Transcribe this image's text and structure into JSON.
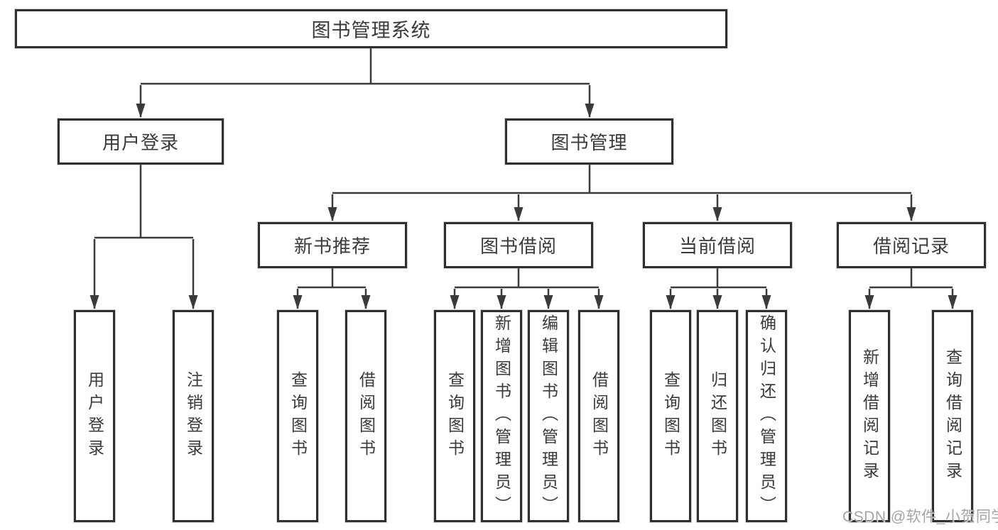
{
  "diagram": {
    "watermark": "CSDN @软件_小贺同学",
    "colors": {
      "line": "#3a3a3a",
      "box_border": "#2f2f2f",
      "text": "#3a3a3a",
      "background": "#ffffff",
      "watermark": "#949494"
    },
    "nodes": [
      {
        "id": "root",
        "label": "图书管理系统",
        "level": 0,
        "parent": null
      },
      {
        "id": "user-login",
        "label": "用户登录",
        "level": 1,
        "parent": "root"
      },
      {
        "id": "book-management",
        "label": "图书管理",
        "level": 1,
        "parent": "root"
      },
      {
        "id": "new-book-recommend",
        "label": "新书推荐",
        "level": 2,
        "parent": "book-management"
      },
      {
        "id": "book-borrow",
        "label": "图书借阅",
        "level": 2,
        "parent": "book-management"
      },
      {
        "id": "current-borrow",
        "label": "当前借阅",
        "level": 2,
        "parent": "book-management"
      },
      {
        "id": "borrow-records",
        "label": "借阅记录",
        "level": 2,
        "parent": "book-management"
      },
      {
        "id": "leaf-user-login",
        "label": "用户登录",
        "level": 3,
        "parent": "user-login"
      },
      {
        "id": "leaf-logout",
        "label": "注销登录",
        "level": 3,
        "parent": "user-login"
      },
      {
        "id": "leaf-query-book-1",
        "label": "查询图书",
        "level": 3,
        "parent": "new-book-recommend"
      },
      {
        "id": "leaf-borrow-book-1",
        "label": "借阅图书",
        "level": 3,
        "parent": "new-book-recommend"
      },
      {
        "id": "leaf-query-book-2",
        "label": "查询图书",
        "level": 3,
        "parent": "book-borrow"
      },
      {
        "id": "leaf-add-book",
        "label": "新增图书（管理员）",
        "level": 3,
        "parent": "book-borrow"
      },
      {
        "id": "leaf-edit-book",
        "label": "编辑图书（管理员）",
        "level": 3,
        "parent": "book-borrow"
      },
      {
        "id": "leaf-borrow-book-2",
        "label": "借阅图书",
        "level": 3,
        "parent": "book-borrow"
      },
      {
        "id": "leaf-query-book-3",
        "label": "查询图书",
        "level": 3,
        "parent": "current-borrow"
      },
      {
        "id": "leaf-return-book",
        "label": "归还图书",
        "level": 3,
        "parent": "current-borrow"
      },
      {
        "id": "leaf-confirm-return",
        "label": "确认归还（管理员）",
        "level": 3,
        "parent": "current-borrow"
      },
      {
        "id": "leaf-add-borrow-record",
        "label": "新增借阅记录",
        "level": 3,
        "parent": "borrow-records"
      },
      {
        "id": "leaf-query-borrow-record",
        "label": "查询借阅记录",
        "level": 3,
        "parent": "borrow-records"
      }
    ]
  }
}
